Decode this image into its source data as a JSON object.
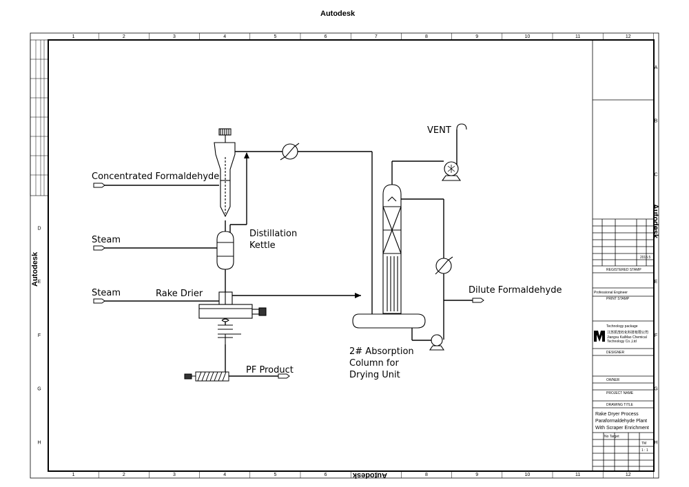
{
  "header": {
    "watermark_top": "Autodesk",
    "watermark_left": "Autodesk",
    "watermark_right": "Autodesk",
    "watermark_bottom": "Autodesk"
  },
  "grid": {
    "columns": [
      "1",
      "2",
      "3",
      "4",
      "5",
      "6",
      "7",
      "8",
      "9",
      "10",
      "11",
      "12"
    ],
    "rows": [
      "A",
      "B",
      "C",
      "D",
      "E",
      "F",
      "G",
      "H"
    ]
  },
  "labels": {
    "vent": "VENT",
    "concentrated_formaldehyde": "Concentrated Formaldehyde",
    "steam_1": "Steam",
    "steam_2": "Steam",
    "distillation_kettle_line1": "Distillation",
    "distillation_kettle_line2": "Kettle",
    "rake_drier": "Rake Drier",
    "pf_product": "PF Product",
    "absorption_line1": "2# Absorption",
    "absorption_line2": "Column for",
    "absorption_line3": "Drying Unit",
    "dilute_formaldehyde": "Dilute Formaldehyde"
  },
  "title_block": {
    "date": "2015.5",
    "registered_stamp": "REGISTERED STAMP",
    "professional_engineer": "Professional Engineer",
    "print_stamp": "PRINT STAMP",
    "technology_package": "Technology package",
    "company_cn": "江苏凯茂石化科技有限公司",
    "company_en_line1": "Jiangsu KaiMao Chemical",
    "company_en_line2": "Technology Co.,Ltd",
    "designer": "DESIGNER",
    "owner": "OWNER",
    "project_name": "PROJECT NAME",
    "drawing_title_label": "DRAWING TITLE",
    "drawing_title_line1": "Rake Dryer Process",
    "drawing_title_line2": "Paraformaldehyde Plant",
    "drawing_title_line3": "With Scraper Enrichment",
    "scale": "1 : 1",
    "no_target": "No Target",
    "sheet": "TM"
  }
}
